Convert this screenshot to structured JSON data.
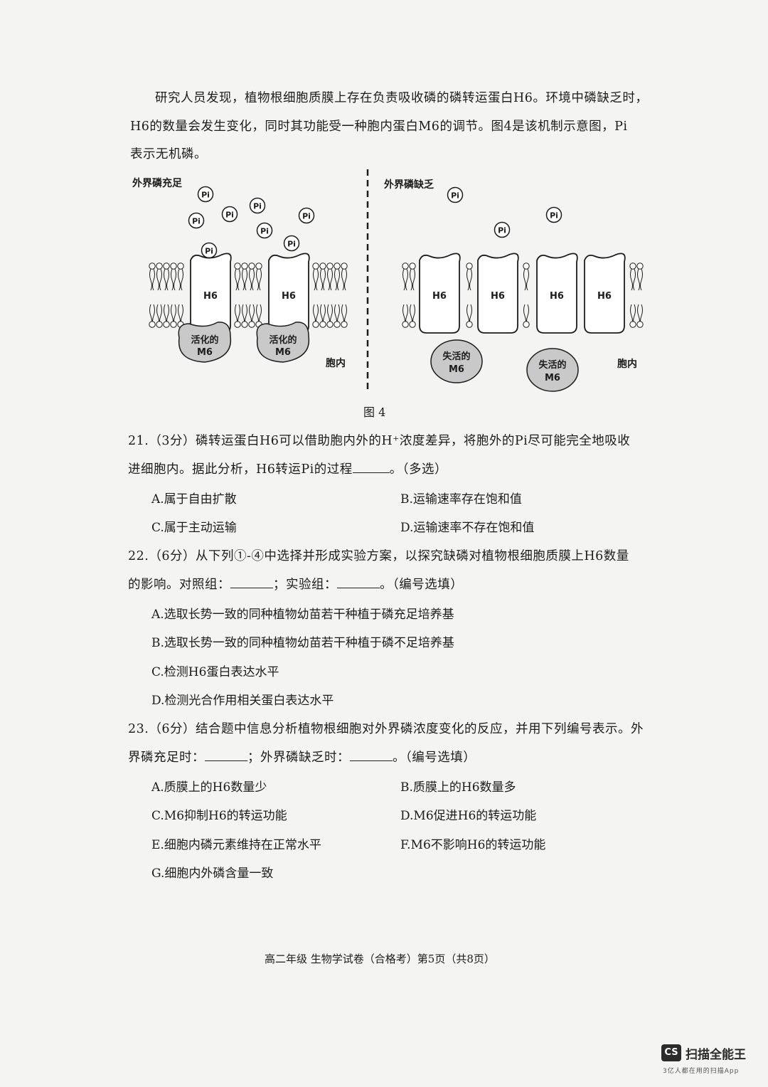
{
  "intro": {
    "line1": "研究人员发现，植物根细胞质膜上存在负责吸收磷的磷转运蛋白H6。环境中磷缺乏时，",
    "line2": "H6的数量会发生变化，同时其功能受一种胞内蛋白M6的调节。图4是该机制示意图，Pi",
    "line3": "表示无机磷。"
  },
  "figure": {
    "left_title": "外界磷充足",
    "right_title": "外界磷缺乏",
    "pi_label": "Pi",
    "h6_label": "H6",
    "active_m6_line1": "活化的",
    "active_m6_line2": "M6",
    "inactive_m6_line1": "失活的",
    "inactive_m6_line2": "M6",
    "inside_label": "胞内",
    "caption": "图 4"
  },
  "q21": {
    "stem_line1": "21.（3分）磷转运蛋白H6可以借助胞内外的H⁺浓度差异，将胞外的Pi尽可能完全地吸收",
    "stem_line2_a": "进细胞内。据此分析，H6转运Pi的过程",
    "stem_line2_b": "。（多选）",
    "options": [
      "A.属于自由扩散",
      "B.运输速率存在饱和值",
      "C.属于主动运输",
      "D.运输速率不存在饱和值"
    ]
  },
  "q22": {
    "stem_line1": "22.（6分）从下列①-④中选择并形成实验方案，以探究缺磷对植物根细胞质膜上H6数量",
    "stem_line2_a": "的影响。对照组：",
    "stem_line2_b": "；实验组：",
    "stem_line2_c": "。（编号选填）",
    "options": [
      "A.选取长势一致的同种植物幼苗若干种植于磷充足培养基",
      "B.选取长势一致的同种植物幼苗若干种植于磷不足培养基",
      "C.检测H6蛋白表达水平",
      "D.检测光合作用相关蛋白表达水平"
    ]
  },
  "q23": {
    "stem_line1": "23.（6分）结合题中信息分析植物根细胞对外界磷浓度变化的反应，并用下列编号表示。外",
    "stem_line2_a": "界磷充足时：",
    "stem_line2_b": "；外界磷缺乏时：",
    "stem_line2_c": "。（编号选填）",
    "options": [
      "A.质膜上的H6数量少",
      "B.质膜上的H6数量多",
      "C.M6抑制H6的转运功能",
      "D.M6促进H6的转运功能",
      "E.细胞内磷元素维持在正常水平",
      "F.M6不影响H6的转运功能",
      "G.细胞内外磷含量一致"
    ]
  },
  "footer": "高二年级 生物学试卷（合格考）第5页（共8页）",
  "watermark": {
    "logo": "CS",
    "name": "扫描全能王",
    "sub": "3亿人都在用的扫描App"
  }
}
